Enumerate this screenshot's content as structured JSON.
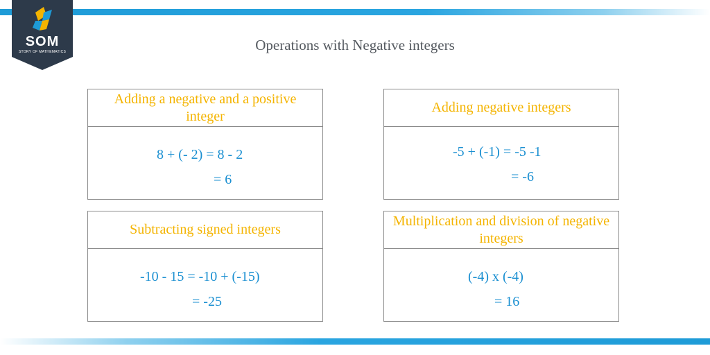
{
  "logo": {
    "text": "SOM",
    "subtitle": "STORY OF MATHEMATICS"
  },
  "title": "Operations with Negative integers",
  "colors": {
    "accent_blue": "#1e9bd7",
    "heading_yellow": "#f4b400",
    "equation_blue": "#1a8fd1",
    "logo_navy": "#2d3a4a"
  },
  "cards": [
    {
      "heading": "Adding a negative and a positive integer",
      "line1": "8 + (- 2) = 8 - 2",
      "line2": "= 6"
    },
    {
      "heading": "Adding negative integers",
      "line1": "-5 + (-1) = -5 -1",
      "line2": "= -6"
    },
    {
      "heading": "Subtracting signed integers",
      "line1": "-10 - 15 = -10 + (-15)",
      "line2": "= -25"
    },
    {
      "heading": "Multiplication and division of negative integers",
      "line1": "(-4) x (-4)",
      "line2": "= 16"
    }
  ]
}
